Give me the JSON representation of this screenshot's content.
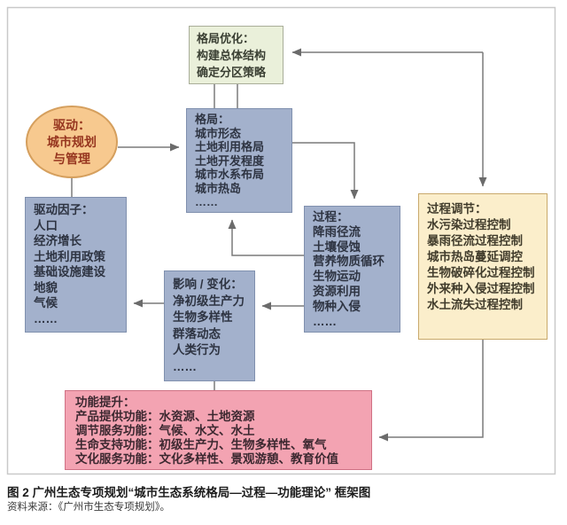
{
  "palette": {
    "blue_box_fill": "#a3b1cc",
    "blue_box_border": "#8090ae",
    "green_box_fill": "#eaf0da",
    "yellow_box_fill": "#fbeecb",
    "pink_box_fill": "#f3a3b2",
    "ellipse_fill": "#f7c98f",
    "ellipse_border": "#d59f5d",
    "ellipse_text": "#96351f",
    "arrow_color": "#7a7a7a",
    "frame_border": "#c9c9c9"
  },
  "nodes": {
    "pattern_optimization": {
      "title": "格局优化：",
      "lines": [
        "构建总体结构",
        "确定分区策略"
      ]
    },
    "driver": {
      "lines": [
        "驱动：",
        "城市规划",
        "与管理"
      ]
    },
    "pattern": {
      "title": "格局：",
      "lines": [
        "城市形态",
        "土地利用格局",
        "土地开发程度",
        "城市水系布局",
        "城市热岛",
        "……"
      ]
    },
    "driving_factors": {
      "title": "驱动因子：",
      "lines": [
        "人口",
        "经济增长",
        "土地利用政策",
        "基础设施建设",
        "地貌",
        "气候",
        "……"
      ]
    },
    "process": {
      "title": "过程：",
      "lines": [
        "降雨径流",
        "土壤侵蚀",
        "营养物质循环",
        "生物运动",
        "资源利用",
        "物种入侵",
        "……"
      ]
    },
    "process_regulation": {
      "title": "过程调节：",
      "lines": [
        "水污染过程控制",
        "暴雨径流过程控制",
        "城市热岛蔓延调控",
        "生物破碎化过程控制",
        "外来种入侵过程控制",
        "水土流失过程控制"
      ]
    },
    "impact_change": {
      "title": "影响 / 变化：",
      "lines": [
        "净初级生产力",
        "生物多样性",
        "群落动态",
        "人类行为",
        "……"
      ]
    },
    "function_improvement": {
      "title": "功能提升：",
      "lines": [
        "产品提供功能：水资源、土地资源",
        "调节服务功能：气候、水文、水土",
        "生命支持功能：初级生产力、生物多样性、氧气",
        "文化服务功能：文化多样性、景观游憩、教育价值"
      ]
    }
  },
  "caption": {
    "title": "图 2 广州生态专项规划“城市生态系统格局—过程—功能理论” 框架图",
    "source": "资料来源：《广州市生态专项规划》。"
  }
}
